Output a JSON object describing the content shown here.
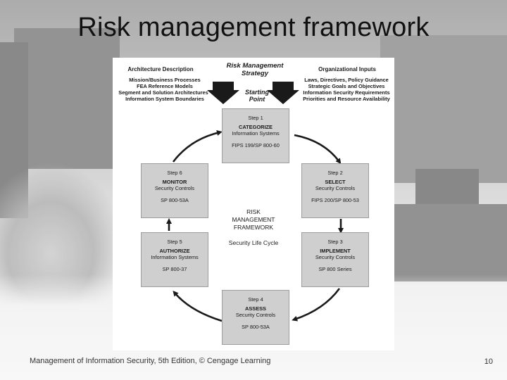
{
  "slide": {
    "title": "Risk management framework",
    "footer": "Management of Information Security, 5th Edition, © Cengage Learning",
    "page_number": "10"
  },
  "diagram": {
    "strategy_label": [
      "Risk Management",
      "Strategy"
    ],
    "starting_point": [
      "Starting",
      "Point"
    ],
    "architecture": {
      "heading": "Architecture Description",
      "lines": [
        "Mission/Business Processes",
        "FEA Reference Models",
        "Segment and Solution Architectures",
        "Information System Boundaries"
      ]
    },
    "org_inputs": {
      "heading": "Organizational Inputs",
      "lines": [
        "Laws, Directives, Policy Guidance",
        "Strategic Goals and Objectives",
        "Information Security Requirements",
        "Priorities and Resource Availability"
      ]
    },
    "center": {
      "lines": [
        "RISK",
        "MANAGEMENT",
        "FRAMEWORK"
      ],
      "sub": "Security Life Cycle"
    },
    "steps": [
      {
        "num": "Step 1",
        "name": "CATEGORIZE",
        "sub": "Information Systems",
        "ref": "FIPS 199/SP 800-60"
      },
      {
        "num": "Step 2",
        "name": "SELECT",
        "sub": "Security Controls",
        "ref": "FIPS 200/SP 800-53"
      },
      {
        "num": "Step 3",
        "name": "IMPLEMENT",
        "sub": "Security Controls",
        "ref": "SP 800 Series"
      },
      {
        "num": "Step 4",
        "name": "ASSESS",
        "sub": "Security Controls",
        "ref": "SP 800-53A"
      },
      {
        "num": "Step 5",
        "name": "AUTHORIZE",
        "sub": "Information Systems",
        "ref": "SP 800-37"
      },
      {
        "num": "Step 6",
        "name": "MONITOR",
        "sub": "Security Controls",
        "ref": "SP 800-53A"
      }
    ]
  }
}
